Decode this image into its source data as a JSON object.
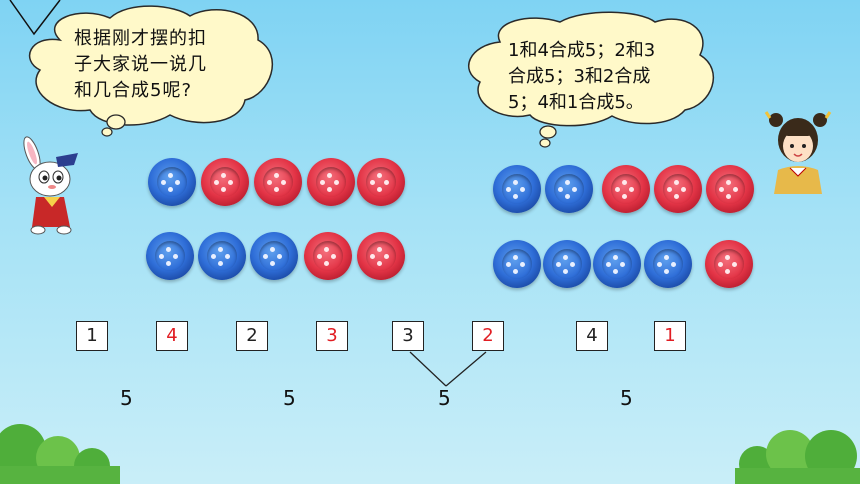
{
  "speech": {
    "left": "根据刚才摆的扣\n子大家说一说几\n和几合成5呢?",
    "right": "1和4合成5；2和3\n合成5；3和2合成\n5；4和1合成5。"
  },
  "colors": {
    "blue_button": "#2f6ed8",
    "red_button": "#e33446",
    "red_number": "#e11d23"
  },
  "button_groups": [
    {
      "row": 1,
      "side": "left",
      "buttons": [
        "blue",
        "red",
        "red",
        "red",
        "red"
      ]
    },
    {
      "row": 2,
      "side": "left",
      "buttons": [
        "blue",
        "blue",
        "blue",
        "red",
        "red"
      ]
    },
    {
      "row": 1,
      "side": "right",
      "buttons": [
        "blue",
        "blue",
        "red",
        "red",
        "red"
      ]
    },
    {
      "row": 2,
      "side": "right",
      "buttons": [
        "blue",
        "blue",
        "blue",
        "blue",
        "red"
      ]
    }
  ],
  "number_boxes": [
    {
      "value": "1",
      "color": "black"
    },
    {
      "value": "4",
      "color": "red"
    },
    {
      "value": "2",
      "color": "black"
    },
    {
      "value": "3",
      "color": "red"
    },
    {
      "value": "3",
      "color": "black"
    },
    {
      "value": "2",
      "color": "red"
    },
    {
      "value": "4",
      "color": "black"
    },
    {
      "value": "1",
      "color": "red"
    }
  ],
  "totals": [
    "5",
    "5",
    "5",
    "5"
  ],
  "icons": [
    "rabbit-icon",
    "girl-icon",
    "bush-icon"
  ]
}
